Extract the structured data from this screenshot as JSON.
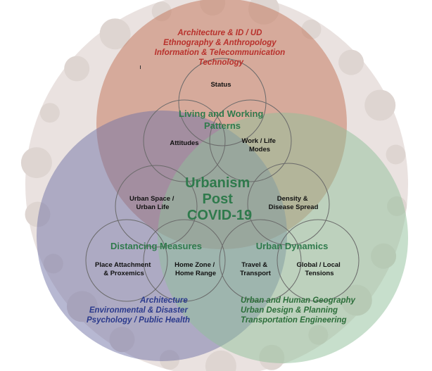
{
  "colors": {
    "top": "#c47b62",
    "left": "#6f72a6",
    "right": "#8fbf9a",
    "topText": "#b8312c",
    "leftText": "#2b3a8c",
    "rightText": "#2c6e3a",
    "center": "#2f7a4c",
    "virus": "#c4b3ad"
  },
  "center": {
    "lines": [
      "Urbanism",
      "Post",
      "COVID-19"
    ]
  },
  "top": {
    "disciplines": [
      "Architecture & ID / UD",
      "Ethnography & Anthropology",
      "Information & Telecommunication",
      "Technology"
    ],
    "title": [
      "Living and Working",
      "Patterns"
    ],
    "nodes": {
      "status": [
        "Status"
      ],
      "attitudes": [
        "Attitudes"
      ],
      "modes": [
        "Work / Life",
        "Modes"
      ]
    }
  },
  "left": {
    "disciplines": [
      "Architecture",
      "Environmental & Disaster",
      "Psychology / Public Health"
    ],
    "title": [
      "Distancing Measures"
    ],
    "nodes": {
      "urban_space": [
        "Urban Space /",
        "Urban Life"
      ],
      "place": [
        "Place Attachment",
        "& Proxemics"
      ],
      "home": [
        "Home Zone /",
        "Home Range"
      ]
    }
  },
  "right": {
    "disciplines": [
      "Urban and Human Geography",
      "Urban Design & Planning",
      "Transportation Engineering"
    ],
    "title": [
      "Urban Dynamics"
    ],
    "nodes": {
      "density": [
        "Density &",
        "Disease Spread"
      ],
      "travel": [
        "Travel &",
        "Transport"
      ],
      "global": [
        "Global / Local",
        "Tensions"
      ]
    }
  }
}
